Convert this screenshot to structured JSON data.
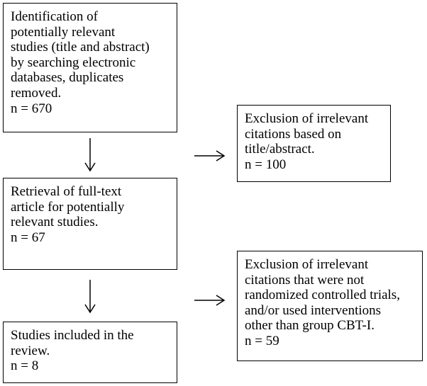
{
  "identification": {
    "lines": [
      "Identification of",
      "potentially relevant",
      "studies (title and abstract)",
      "by searching electronic",
      "databases, duplicates",
      "removed.",
      "n = 670"
    ]
  },
  "retrieval": {
    "lines": [
      "Retrieval of full-text",
      "article for potentially",
      "relevant studies.",
      "n = 67"
    ]
  },
  "included": {
    "lines": [
      "Studies included in the",
      "review.",
      "n = 8"
    ]
  },
  "exclusion_1": {
    "lines": [
      "Exclusion of irrelevant",
      "citations based on",
      "title/abstract.",
      "n = 100"
    ]
  },
  "exclusion_2": {
    "lines": [
      "Exclusion of irrelevant",
      "citations that were not",
      "randomized controlled trials,",
      "and/or used interventions",
      "other than group CBT-I.",
      "n = 59"
    ]
  },
  "colors": {
    "stroke": "#000000",
    "background": "#ffffff"
  }
}
